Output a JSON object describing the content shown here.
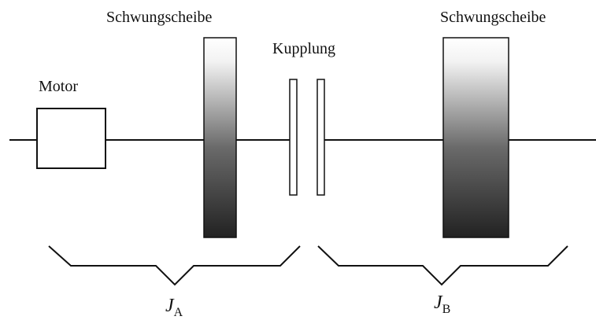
{
  "labels": {
    "motor": "Motor",
    "flywheel_left": "Schwungscheibe",
    "coupling": "Kupplung",
    "flywheel_right": "Schwungscheibe",
    "inertia_a_symbol": "J",
    "inertia_a_sub": "A",
    "inertia_b_symbol": "J",
    "inertia_b_sub": "B"
  },
  "colors": {
    "line": "#111111",
    "flywheel_top": "#ffffff",
    "flywheel_bottom": "#222222"
  }
}
